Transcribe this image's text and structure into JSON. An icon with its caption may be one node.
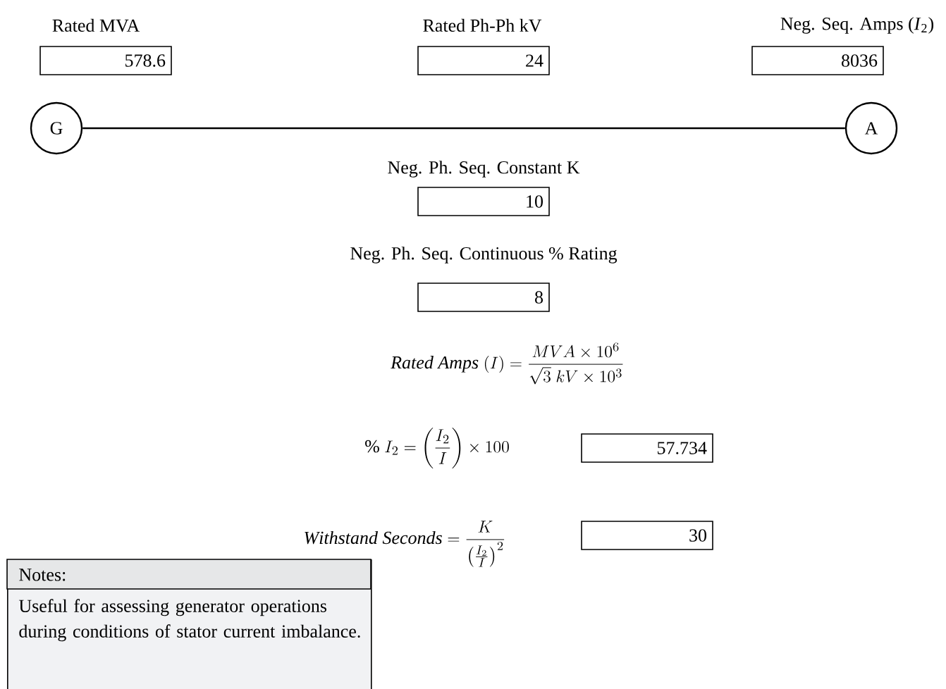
{
  "diagram": {
    "nodes": [
      {
        "text": [
          "Rated MVA",
          "578.6"
        ]
      },
      {
        "text": [
          "Rated Ph-Ph kV",
          "24"
        ]
      },
      {
        "text": [
          "Neg. Seq. Amps (*I*$_{2}$)",
          "8036"
        ]
      },
      {
        "text": [
          "G"
        ]
      },
      {
        "text": [
          "A"
        ]
      },
      {
        "text": [
          "Neg. Ph. Seq. Constant K",
          "10"
        ]
      },
      {
        "text": [
          "Neg. Ph. Seq. Continuous % Rating",
          "8"
        ]
      },
      {
        "text": [
          "57.734"
        ]
      },
      {
        "text": [
          "30"
        ]
      },
      {
        "text": [
          "Notes:",
          "Useful for assessing generator operations during conditions of stator current imbalance."
        ]
      }
    ],
    "edges": [
      {
        "from": 3,
        "to": 4,
        "arrow": "none"
      }
    ],
    "labels": [
      "\\mathit{Rated\\ Amps}\\ (I) = \\frac{MVA \\times 10^{6}}{\\sqrt{3}\\ kV \\times 10^{3}}",
      "\\%\\ I_{2} = \\left(\\frac{I_{2}}{I}\\right) \\times 100",
      "\\mathit{Withstand\\ Seconds} = \\frac{K}{\\left(\\frac{I_{2}}{I}\\right)^{2}}"
    ]
  }
}
